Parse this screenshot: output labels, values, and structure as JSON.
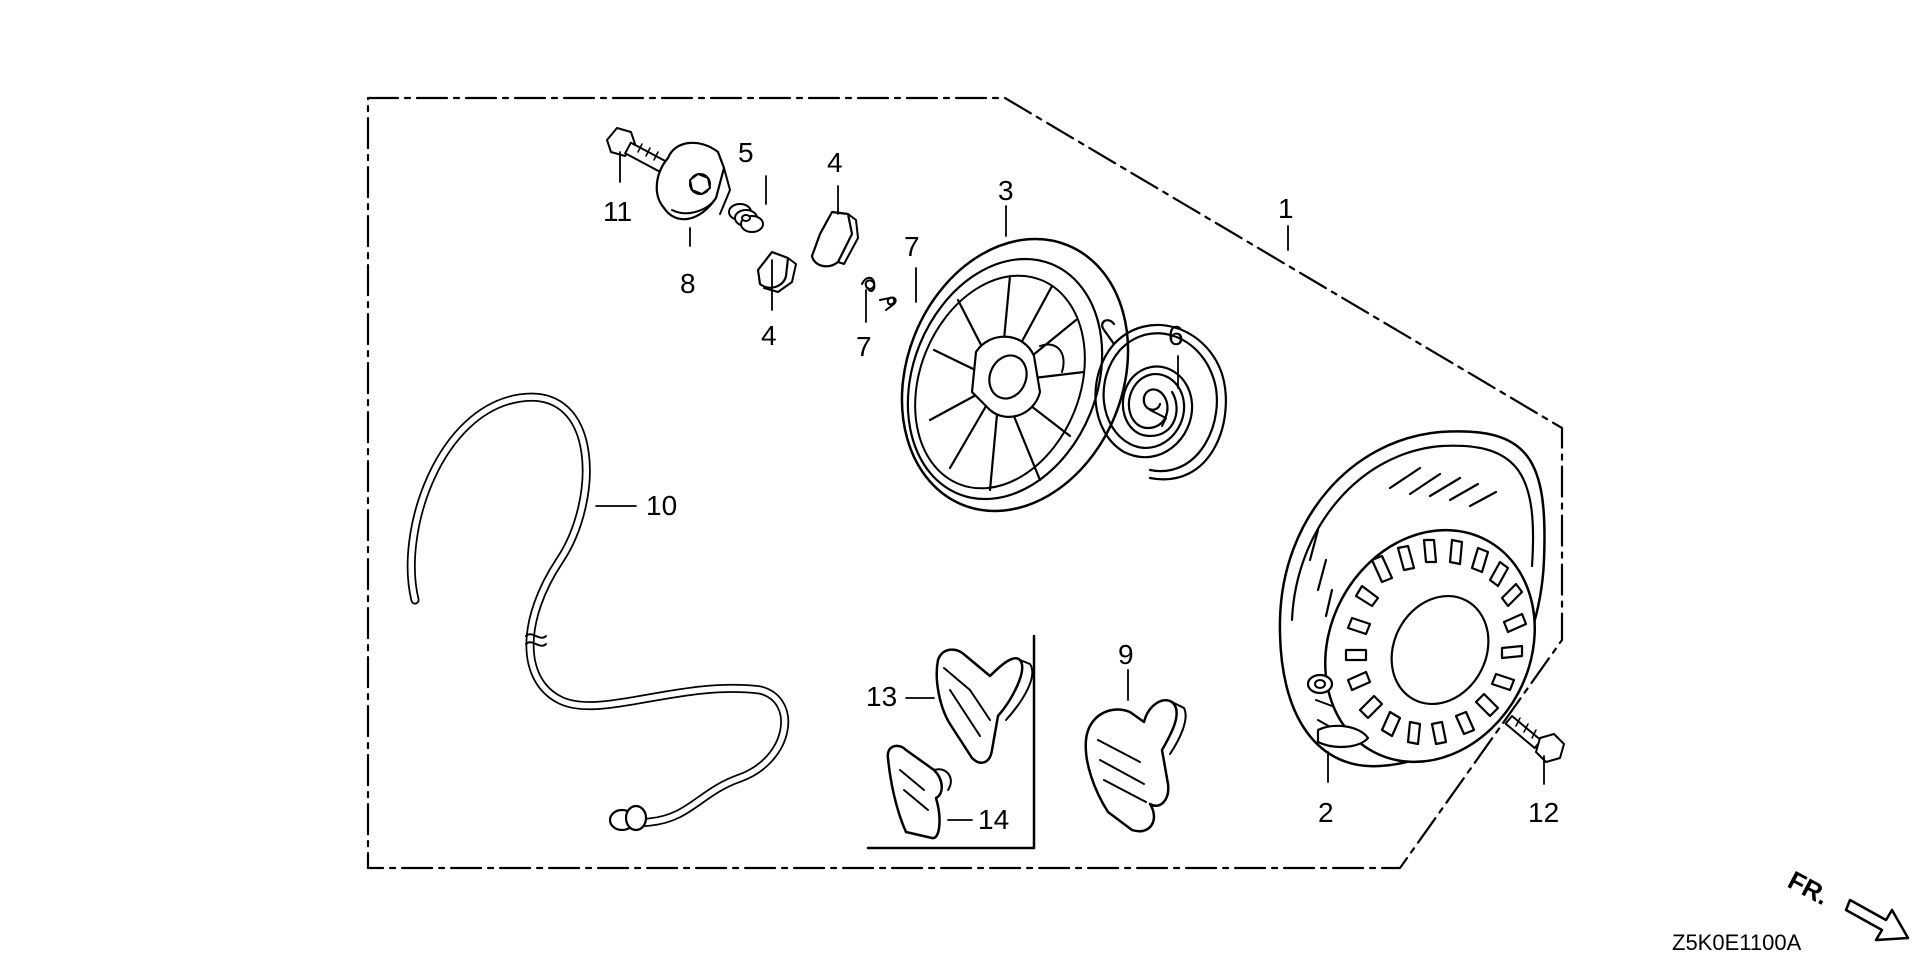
{
  "callouts": {
    "c1": "1",
    "c2": "2",
    "c3": "3",
    "c4a": "4",
    "c4b": "4",
    "c5": "5",
    "c6": "6",
    "c7a": "7",
    "c7b": "7",
    "c8": "8",
    "c9": "9",
    "c10": "10",
    "c11": "11",
    "c12": "12",
    "c13": "13",
    "c14": "14"
  },
  "direction_label": "FR.",
  "diagram_code": "Z5K0E1100A",
  "colors": {
    "ink": "#000000",
    "paper": "#ffffff"
  },
  "icons": {
    "direction": "arrow-down-right-icon"
  }
}
